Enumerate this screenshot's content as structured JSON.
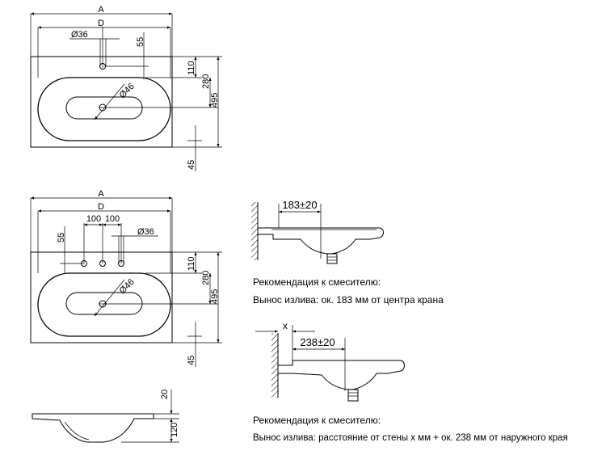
{
  "plan_top": {
    "dim_A": "A",
    "dim_D": "D",
    "tap_hole": "Ø36",
    "drain_hole": "Ø46",
    "dim_55": "55",
    "dim_110": "110",
    "dim_280": "280",
    "dim_495": "495",
    "dim_45": "45"
  },
  "plan_bottom": {
    "dim_A": "A",
    "dim_D": "D",
    "spacing_left": "100",
    "spacing_right": "100",
    "tap_hole": "Ø36",
    "drain_hole": "Ø46",
    "dim_55": "55",
    "dim_110": "110",
    "dim_280": "280",
    "dim_495": "495",
    "dim_45": "45"
  },
  "section_view": {
    "dim_20": "20",
    "dim_120": "120"
  },
  "mixer_1": {
    "reach": "183±20",
    "title": "Рекомендация к смесителю:",
    "text": "Вынос излива: ок. 183 мм от центра крана"
  },
  "mixer_2": {
    "wall_x": "x",
    "reach": "238±20",
    "title": "Рекомендация к смесителю:",
    "text": "Вынос излива: расстояние от стены x мм + ок. 238 мм от наружного края"
  }
}
